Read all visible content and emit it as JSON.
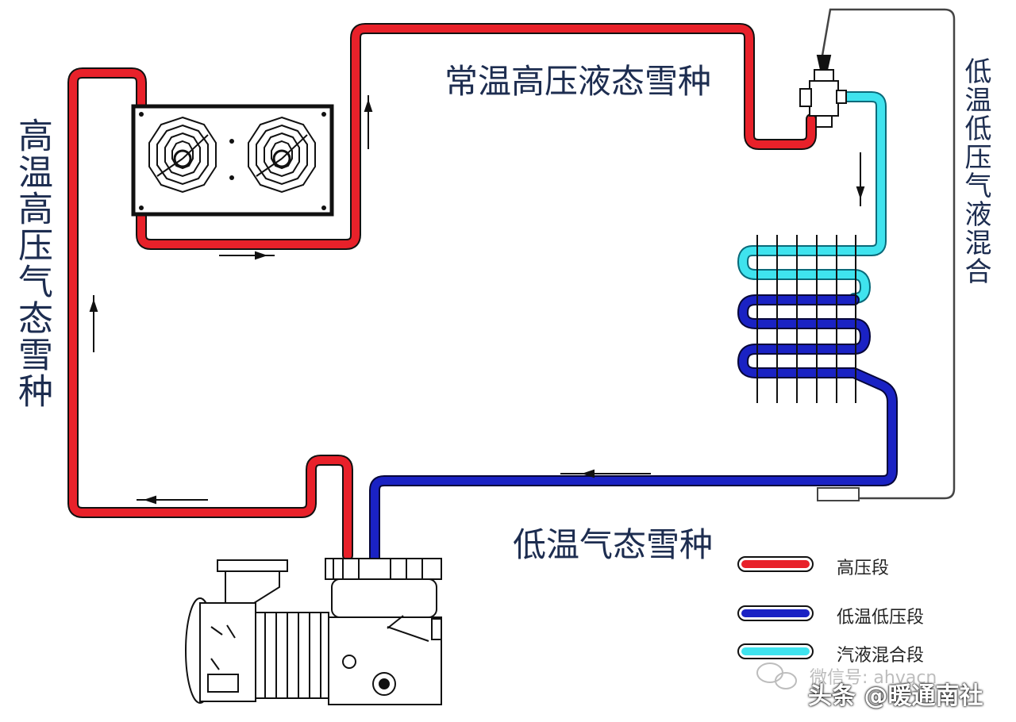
{
  "labels": {
    "high_temp_high_pressure_gas": "高温高压气态雪种",
    "normal_temp_high_pressure_liquid": "常温高压液态雪种",
    "low_temp_low_pressure_mix": "低温低压气液混合",
    "low_temp_gas": "低温气态雪种"
  },
  "legend": {
    "items": [
      {
        "label": "高压段",
        "color": "#e8212a"
      },
      {
        "label": "低温低压段",
        "color": "#1a22c4"
      },
      {
        "label": "汽液混合段",
        "color": "#3fe3ee"
      }
    ]
  },
  "watermark": {
    "wechat": "微信号: ahvacn",
    "source": "头条 @暖通南社"
  },
  "colors": {
    "high_pressure": "#e8212a",
    "low_pressure": "#1a22c4",
    "mix": "#3fe3ee",
    "outline": "#111111"
  }
}
